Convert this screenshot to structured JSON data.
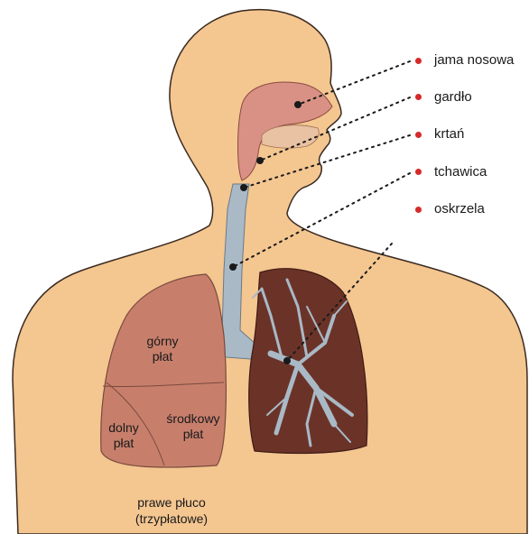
{
  "labels": {
    "nasal_cavity": "jama nosowa",
    "pharynx": "gardło",
    "larynx": "krtań",
    "trachea": "tchawica",
    "bronchi": "oskrzela"
  },
  "lobes": {
    "upper_1": "górny",
    "upper_2": "płat",
    "lower_1": "dolny",
    "lower_2": "płat",
    "middle_1": "środkowy",
    "middle_2": "płat"
  },
  "caption": {
    "line1": "prawe płuco",
    "line2": "(trzypłatowe)"
  },
  "colors": {
    "skin": "#f4c690",
    "skin_outline": "#3a2a20",
    "right_lung": "#c77f6c",
    "left_lung": "#6b3328",
    "airway": "#a9b9c6",
    "nasal": "#d99185",
    "marker_dot": "#d62a2a",
    "leader_dot": "#1a1a1a"
  }
}
